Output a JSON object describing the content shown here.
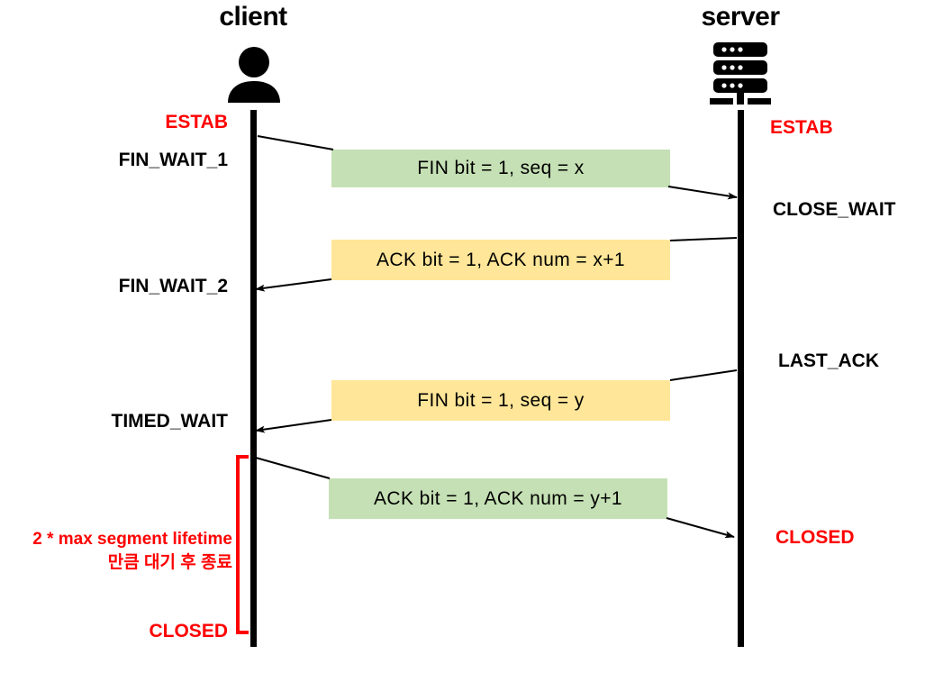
{
  "diagram": {
    "title_client": "client",
    "title_server": "server",
    "colors": {
      "green": "#C5E0B4",
      "yellow": "#FFE699",
      "red": "#FF0000",
      "black": "#000000"
    }
  },
  "client": {
    "icon": "person-icon",
    "states": [
      {
        "label": "ESTAB",
        "color": "red"
      },
      {
        "label": "FIN_WAIT_1",
        "color": "black"
      },
      {
        "label": "FIN_WAIT_2",
        "color": "black"
      },
      {
        "label": "TIMED_WAIT",
        "color": "black"
      },
      {
        "label": "CLOSED",
        "color": "red"
      }
    ]
  },
  "server": {
    "icon": "server-rack-icon",
    "states": [
      {
        "label": "ESTAB",
        "color": "red"
      },
      {
        "label": "CLOSE_WAIT",
        "color": "black"
      },
      {
        "label": "LAST_ACK",
        "color": "black"
      },
      {
        "label": "CLOSED",
        "color": "red"
      }
    ]
  },
  "messages": [
    {
      "text": "FIN bit = 1, seq = x",
      "color": "green",
      "direction": "client-to-server"
    },
    {
      "text": "ACK bit = 1, ACK num = x+1",
      "color": "yellow",
      "direction": "server-to-client"
    },
    {
      "text": "FIN bit = 1, seq = y",
      "color": "yellow",
      "direction": "server-to-client"
    },
    {
      "text": "ACK bit = 1, ACK num = y+1",
      "color": "green",
      "direction": "client-to-server"
    }
  ],
  "note": {
    "line1": "2 * max segment lifetime",
    "line2": "만큼 대기 후 종료"
  }
}
